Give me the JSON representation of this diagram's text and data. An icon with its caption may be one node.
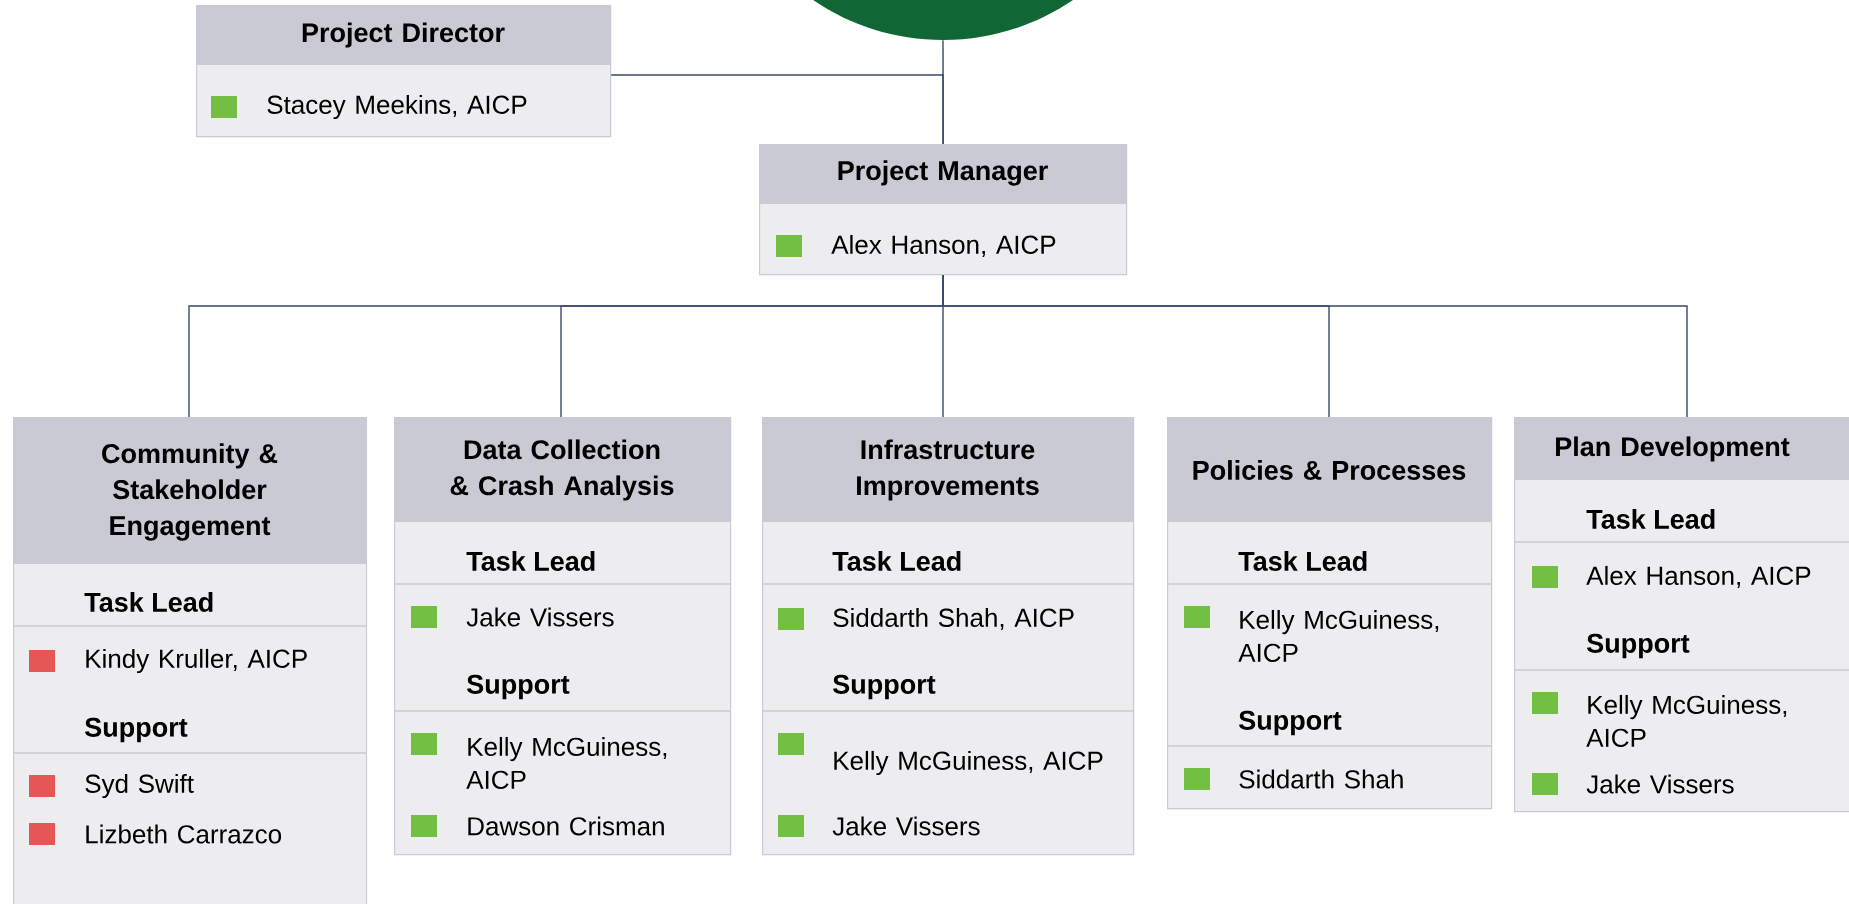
{
  "diagram": {
    "nodes": [
      {
        "text": [],
        "shape": "circle"
      },
      {
        "text": [
          "Project Director",
          "Stacey Meekins, AICP"
        ]
      },
      {
        "text": [
          "Project Manager",
          "Alex Hanson, AICP"
        ]
      },
      {
        "text": [
          "Community & Stakeholder Engagement",
          "Task Lead",
          "Kindy Kruller, AICP",
          "Support",
          "Syd Swift",
          "Lizbeth Carrazco"
        ]
      },
      {
        "text": [
          "Data Collection & Crash Analysis",
          "Task Lead",
          "Jake Vissers",
          "Support",
          "Kelly McGuiness, AICP",
          "Dawson Crisman"
        ]
      },
      {
        "text": [
          "Infrastructure Improvements",
          "Task Lead",
          "Siddarth Shah, AICP",
          "Support",
          "Kelly McGuiness, AICP",
          "Jake Vissers"
        ]
      },
      {
        "text": [
          "Policies & Processes",
          "Task Lead",
          "Kelly McGuiness, AICP",
          "Support",
          "Siddarth Shah"
        ]
      },
      {
        "text": [
          "Plan Development",
          "Task Lead",
          "Alex Hanson, AICP",
          "Support",
          "Kelly McGuiness, AICP",
          "Jake Vissers"
        ]
      }
    ],
    "edges": [
      {
        "from": 0,
        "to": 2,
        "arrow": "none"
      },
      {
        "from": 1,
        "to": 2,
        "arrow": "none"
      },
      {
        "from": 2,
        "to": 3,
        "arrow": "none"
      },
      {
        "from": 2,
        "to": 4,
        "arrow": "none"
      },
      {
        "from": 2,
        "to": 5,
        "arrow": "none"
      },
      {
        "from": 2,
        "to": 6,
        "arrow": "none"
      },
      {
        "from": 2,
        "to": 7,
        "arrow": "none"
      }
    ]
  }
}
